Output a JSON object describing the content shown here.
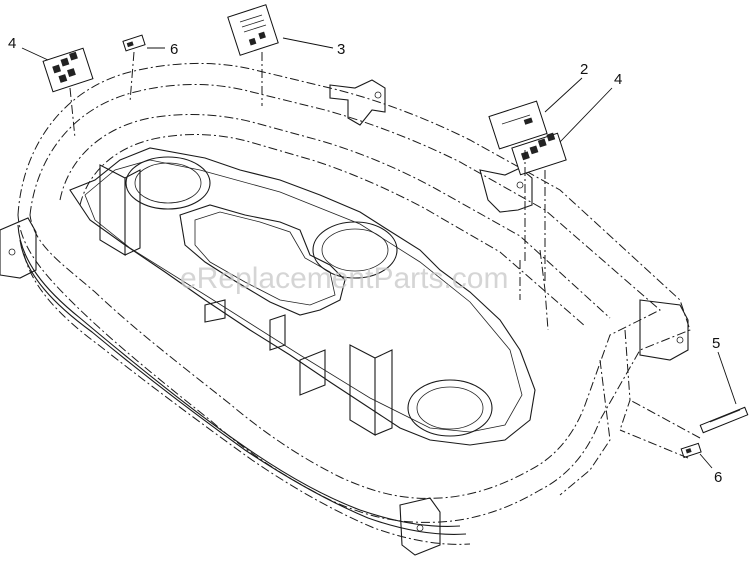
{
  "diagram": {
    "watermark": "eReplacementParts.com",
    "callouts": [
      {
        "id": "c4a",
        "label": "4"
      },
      {
        "id": "c6a",
        "label": "6"
      },
      {
        "id": "c3",
        "label": "3"
      },
      {
        "id": "c2",
        "label": "2"
      },
      {
        "id": "c4b",
        "label": "4"
      },
      {
        "id": "c5",
        "label": "5"
      },
      {
        "id": "c6b",
        "label": "6"
      }
    ]
  }
}
